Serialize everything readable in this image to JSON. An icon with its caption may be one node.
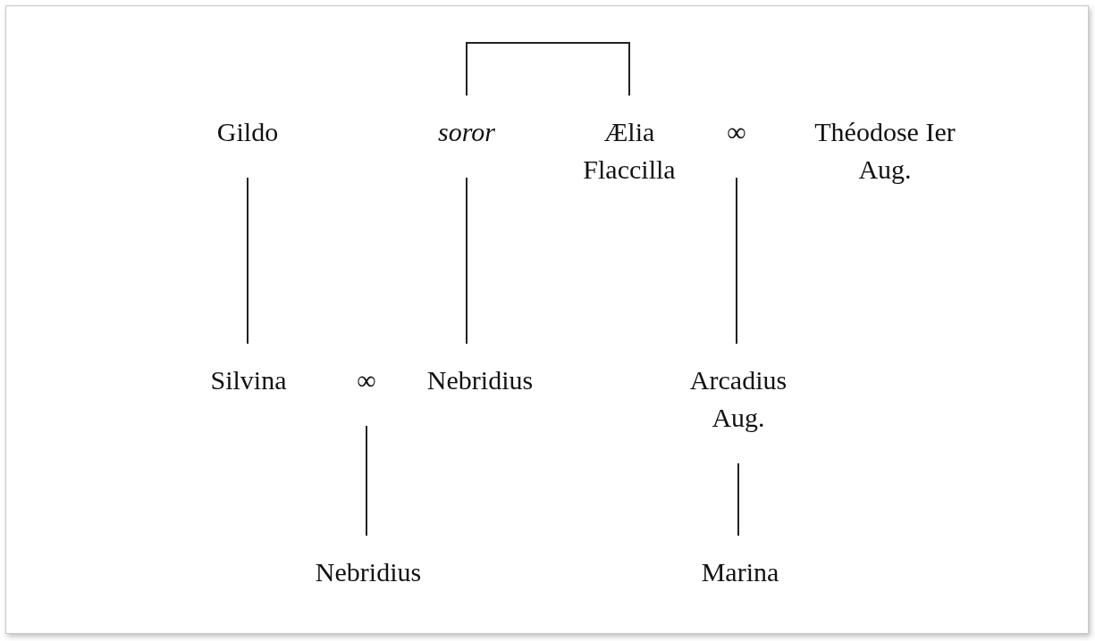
{
  "diagram": {
    "nodes": [
      {
        "text": [
          "Gildo"
        ]
      },
      {
        "text": [
          "soror"
        ]
      },
      {
        "text": [
          "Ælia Flaccilla"
        ]
      },
      {
        "text": [
          "∞"
        ]
      },
      {
        "text": [
          "Théodose Ier Aug."
        ]
      },
      {
        "text": [
          "Silvina"
        ]
      },
      {
        "text": [
          "∞"
        ]
      },
      {
        "text": [
          "Nebridius"
        ]
      },
      {
        "text": [
          "Arcadius Aug."
        ]
      },
      {
        "text": [
          "Nebridius"
        ]
      },
      {
        "text": [
          "Marina"
        ]
      }
    ],
    "edges": [
      {
        "from": 1,
        "to": 2,
        "arrow": "none"
      },
      {
        "from": 0,
        "to": 5,
        "arrow": "none"
      },
      {
        "from": 1,
        "to": 7,
        "arrow": "none"
      },
      {
        "from": 3,
        "to": 8,
        "arrow": "none"
      },
      {
        "from": 6,
        "to": 9,
        "arrow": "none"
      },
      {
        "from": 8,
        "to": 10,
        "arrow": "none"
      }
    ]
  }
}
